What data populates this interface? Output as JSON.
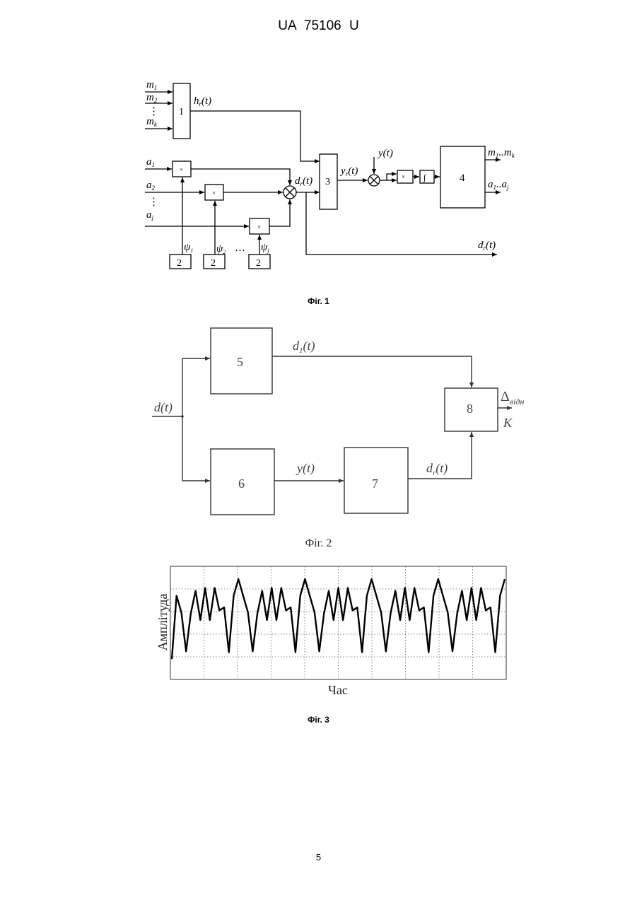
{
  "header": {
    "text": "UA   75106   U"
  },
  "fig1": {
    "caption": "Фіг. 1",
    "inputs_m": [
      "m",
      "m",
      "⋮",
      "m"
    ],
    "inputs_m_sub": [
      "1",
      "2",
      "",
      "k"
    ],
    "inputs_a": [
      "a",
      "a",
      "⋮",
      "a"
    ],
    "inputs_a_sub": [
      "1",
      "2",
      "",
      "j"
    ],
    "psi": [
      "ψ",
      "ψ",
      "ψ"
    ],
    "psi_sub": [
      "1",
      "2",
      "j"
    ],
    "psi_dots": "…",
    "block1": "1",
    "block2": "2",
    "block3": "3",
    "block4": "4",
    "mult": "×",
    "integral": "∫",
    "hr": "h",
    "hr_sub": "r",
    "hr_arg": "(t)",
    "dr": "d",
    "dr_sub": "r",
    "dr_arg": "(t)",
    "yr": "y",
    "yr_sub": "r",
    "yr_arg": "(t)",
    "y": "y(t)",
    "out_m": "m",
    "out_m_sub1": "1",
    "out_m_mid": "..m",
    "out_m_sub2": "k",
    "out_a": "a",
    "out_a_sub1": "1",
    "out_a_mid": "..a",
    "out_a_sub2": "j",
    "out_dr": "d",
    "out_dr_sub": "r",
    "out_dr_arg": "(t)"
  },
  "fig2": {
    "caption": "Фіг. 2",
    "block5": "5",
    "block6": "6",
    "block7": "7",
    "block8": "8",
    "input": "d(t)",
    "d1": "d",
    "d1_sub": "1",
    "d1_arg": "(t)",
    "y": "y(t)",
    "dr": "d",
    "dr_sub": "r",
    "dr_arg": "(t)",
    "delta": "Δ",
    "delta_sub": "відн",
    "k": "K"
  },
  "fig3": {
    "caption": "Фіг. 3",
    "xlabel": "Час",
    "ylabel": "Амплітуда"
  },
  "chart_data": {
    "type": "line",
    "xlabel": "Час",
    "ylabel": "Амплітуда",
    "grid": true,
    "series": [
      {
        "values": [
          0.15,
          0.8,
          0.63,
          0.23,
          0.62,
          0.85,
          0.55,
          0.88,
          0.55,
          0.88,
          0.65,
          0.68,
          0.22,
          0.8,
          0.97,
          0.8,
          0.63,
          0.23,
          0.62,
          0.85,
          0.55,
          0.88,
          0.55,
          0.88,
          0.65,
          0.68,
          0.22,
          0.8,
          0.97,
          0.8,
          0.63,
          0.23,
          0.62,
          0.85,
          0.55,
          0.88,
          0.55,
          0.88,
          0.65,
          0.68,
          0.22,
          0.8,
          0.97,
          0.8,
          0.63,
          0.23,
          0.62,
          0.85,
          0.55,
          0.88,
          0.55,
          0.88,
          0.65,
          0.68,
          0.22,
          0.8,
          0.97,
          0.8,
          0.63,
          0.23,
          0.62,
          0.85,
          0.55,
          0.88,
          0.55,
          0.88,
          0.65,
          0.68,
          0.22,
          0.8,
          0.97
        ]
      }
    ]
  },
  "page_number": "5"
}
